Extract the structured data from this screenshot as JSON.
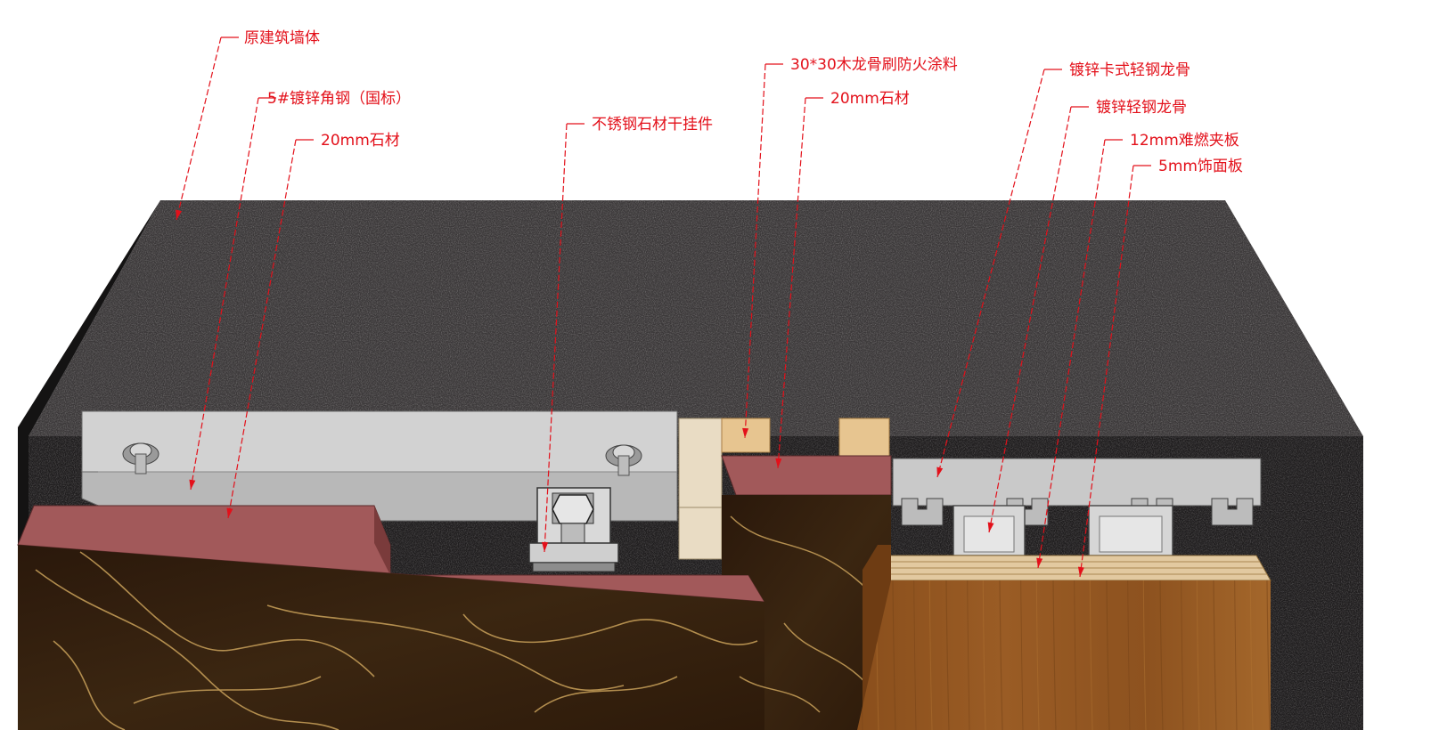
{
  "callouts": [
    {
      "id": "wall",
      "text": "原建筑墙体"
    },
    {
      "id": "angle-steel",
      "text": "5#镀锌角钢（国标）"
    },
    {
      "id": "stone-left",
      "text": "20mm石材"
    },
    {
      "id": "hanger",
      "text": "不锈钢石材干挂件"
    },
    {
      "id": "wood-keel",
      "text": "30*30木龙骨刷防火涂料"
    },
    {
      "id": "stone-mid",
      "text": "20mm石材"
    },
    {
      "id": "clip-keel",
      "text": "镀锌卡式轻钢龙骨"
    },
    {
      "id": "light-keel",
      "text": "镀锌轻钢龙骨"
    },
    {
      "id": "board",
      "text": "12mm难燃夹板"
    },
    {
      "id": "veneer",
      "text": "5mm饰面板"
    }
  ],
  "colors": {
    "annotation": "#e3101a",
    "wall_top": "#3b3839",
    "wall_side": "#1f1d1e",
    "steel": "#c6c6c6",
    "stone_edge": "#a2595a",
    "marble": "#3a2411",
    "wood_keel": "#e7c590",
    "timber_face": "#93561f"
  }
}
